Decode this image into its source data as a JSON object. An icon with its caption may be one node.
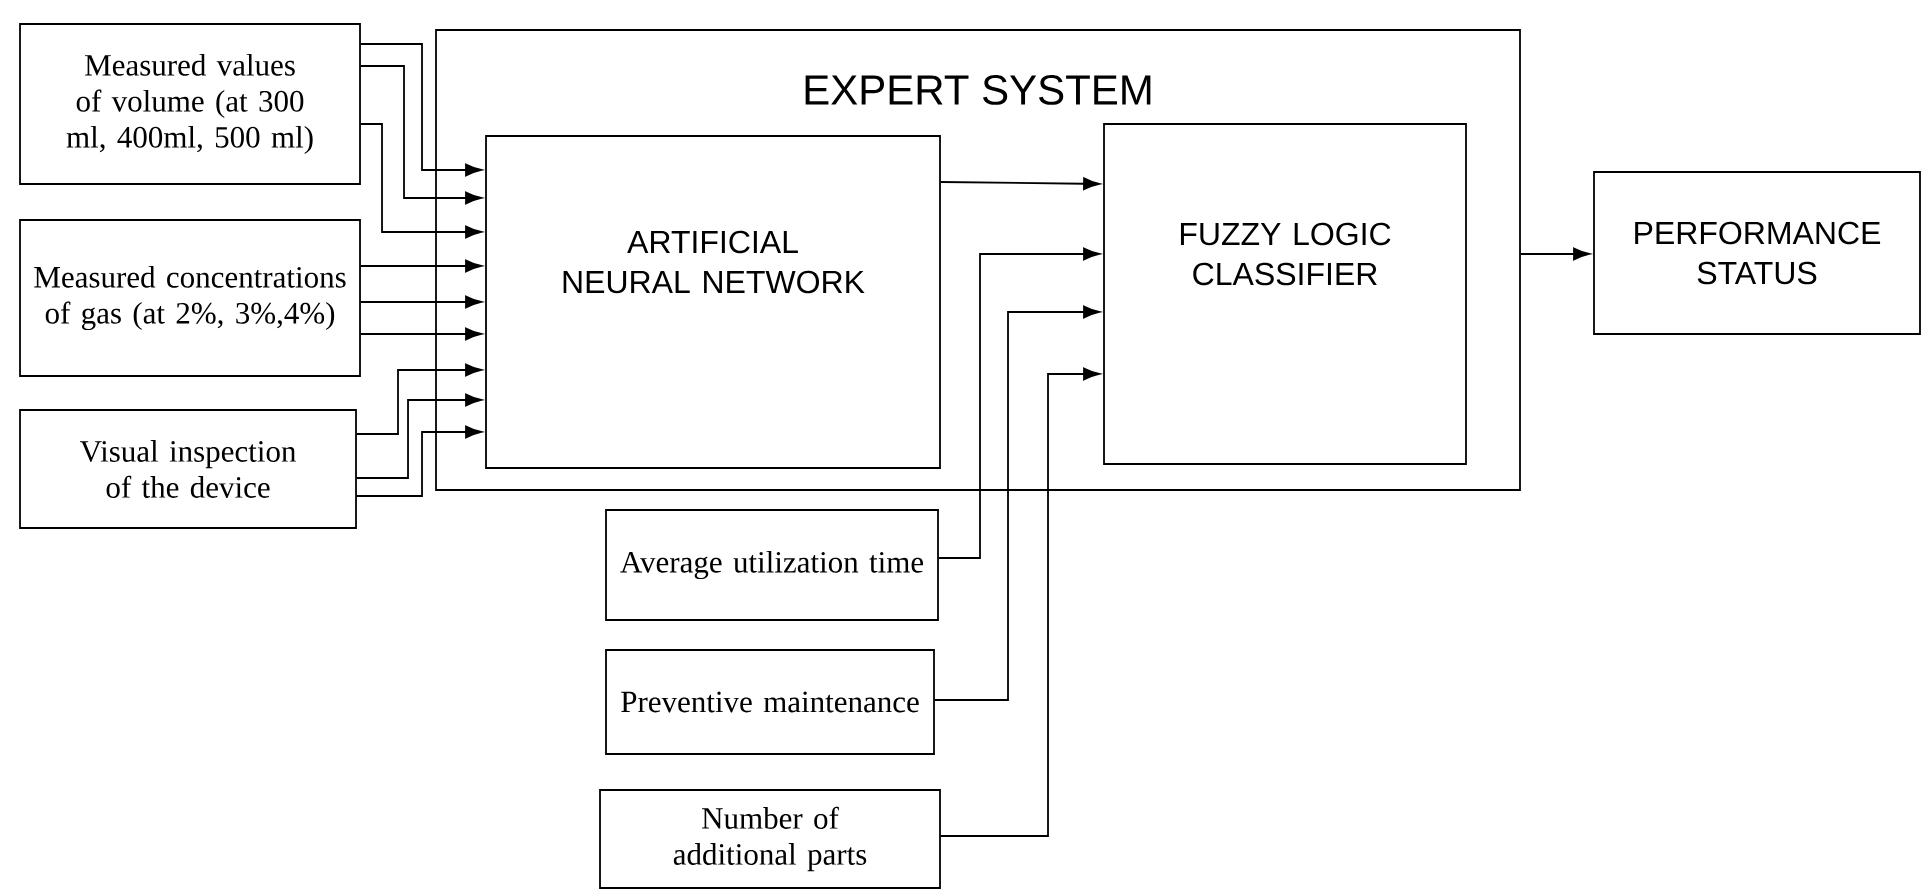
{
  "diagram": {
    "nodes": [
      {
        "text": [
          "EXPERT SYSTEM"
        ]
      },
      {
        "text": [
          "ARTIFICIAL NEURAL NETWORK"
        ],
        "in": 0
      },
      {
        "text": [
          "FUZZY LOGIC CLASSIFIER"
        ],
        "in": 0
      },
      {
        "text": [
          "PERFORMANCE STATUS"
        ]
      },
      {
        "text": [
          "Measured values of volume (at 300 ml, 400ml, 500 ml)"
        ]
      },
      {
        "text": [
          "Measured concentrations of gas (at 2%, 3%,4%)"
        ]
      },
      {
        "text": [
          "Visual inspection of the device"
        ]
      },
      {
        "text": [
          "Average utilization time"
        ]
      },
      {
        "text": [
          "Preventive maintenance"
        ]
      },
      {
        "text": [
          "Number of additional parts"
        ]
      }
    ],
    "edges": [
      {
        "from": 4,
        "to": 1,
        "arrow": "to"
      },
      {
        "from": 4,
        "to": 1,
        "arrow": "to"
      },
      {
        "from": 4,
        "to": 1,
        "arrow": "to"
      },
      {
        "from": 5,
        "to": 1,
        "arrow": "to"
      },
      {
        "from": 5,
        "to": 1,
        "arrow": "to"
      },
      {
        "from": 5,
        "to": 1,
        "arrow": "to"
      },
      {
        "from": 6,
        "to": 1,
        "arrow": "to"
      },
      {
        "from": 6,
        "to": 1,
        "arrow": "to"
      },
      {
        "from": 6,
        "to": 1,
        "arrow": "to"
      },
      {
        "from": 1,
        "to": 2,
        "arrow": "to"
      },
      {
        "from": 7,
        "to": 2,
        "arrow": "to"
      },
      {
        "from": 8,
        "to": 2,
        "arrow": "to"
      },
      {
        "from": 9,
        "to": 2,
        "arrow": "to"
      },
      {
        "from": 0,
        "to": 3,
        "arrow": "to"
      }
    ]
  }
}
